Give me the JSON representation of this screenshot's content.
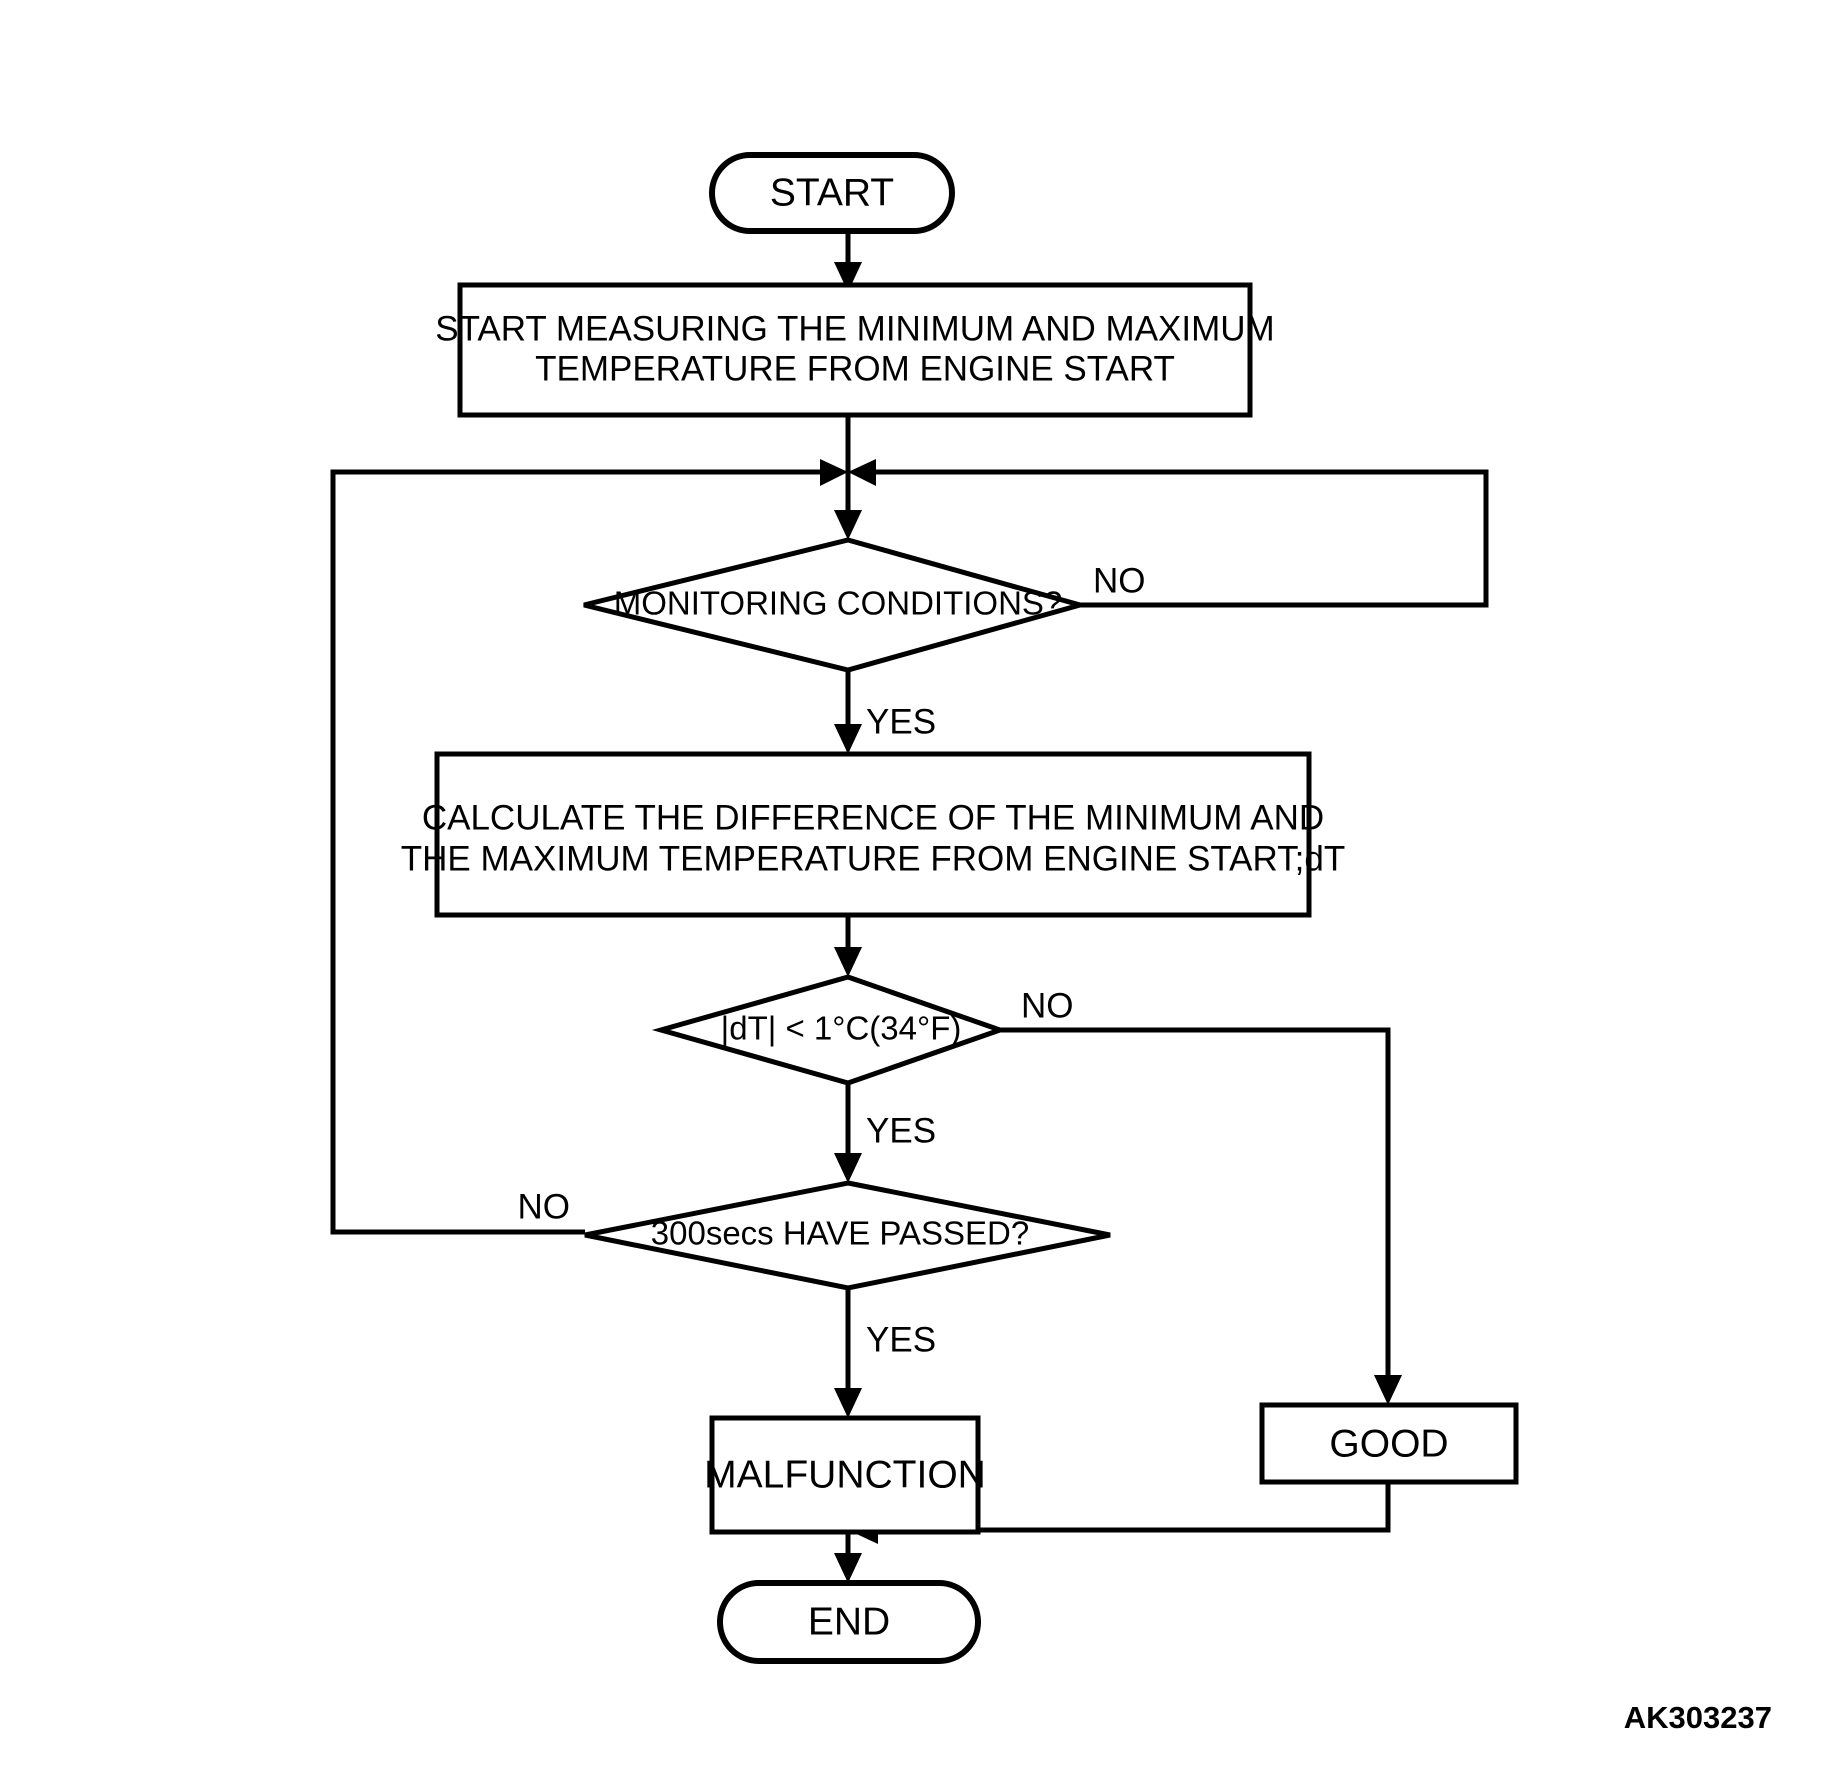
{
  "diagram": {
    "type": "flowchart",
    "reference_code": "AK303237",
    "nodes": {
      "start": {
        "label": "START",
        "shape": "terminal"
      },
      "process_measure": {
        "line1": "START MEASURING THE MINIMUM AND MAXIMUM",
        "line2": "TEMPERATURE FROM ENGINE START",
        "shape": "process"
      },
      "decision_monitoring": {
        "label": "MONITORING CONDITIONS?",
        "shape": "decision"
      },
      "process_calculate": {
        "line1": "CALCULATE THE DIFFERENCE OF THE MINIMUM AND",
        "line2": "THE MAXIMUM TEMPERATURE FROM ENGINE START;dT",
        "shape": "process"
      },
      "decision_dt": {
        "label": "|dT| < 1°C(34°F)",
        "shape": "decision"
      },
      "decision_time": {
        "label": "300secs HAVE PASSED?",
        "shape": "decision"
      },
      "result_malfunction": {
        "label": "MALFUNCTION",
        "shape": "process"
      },
      "result_good": {
        "label": "GOOD",
        "shape": "process"
      },
      "end": {
        "label": "END",
        "shape": "terminal"
      }
    },
    "branch_labels": {
      "monitoring_no": "NO",
      "monitoring_yes": "YES",
      "dt_no": "NO",
      "dt_yes": "YES",
      "time_no": "NO",
      "time_yes": "YES"
    },
    "colors": {
      "stroke": "#000000",
      "fill": "#ffffff",
      "text": "#000000"
    }
  }
}
